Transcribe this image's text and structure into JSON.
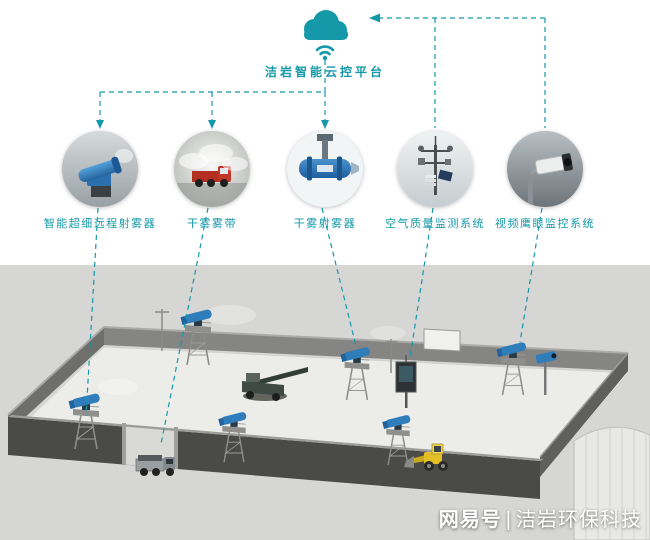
{
  "platform": {
    "label": "洁岩智能云控平台"
  },
  "devices": [
    {
      "id": "smart-remote-fog-cannon",
      "label": "智能超细远程射雾器"
    },
    {
      "id": "dry-fog-belt",
      "label": "干雾雾带"
    },
    {
      "id": "dry-fog-sprayer",
      "label": "干雾射雾器"
    },
    {
      "id": "air-quality-monitor",
      "label": "空气质量监测系统"
    },
    {
      "id": "video-eagle-eye",
      "label": "视频鹰眼监控系统"
    }
  ],
  "watermark": {
    "source": "网易号",
    "divider": "|",
    "brand": "洁岩环保科技"
  },
  "colors": {
    "accent": "#1599a9",
    "device_blue": "#2f7dbb",
    "scene_bg": "#d6d6d4",
    "wall_dark": "#4a4a48"
  }
}
